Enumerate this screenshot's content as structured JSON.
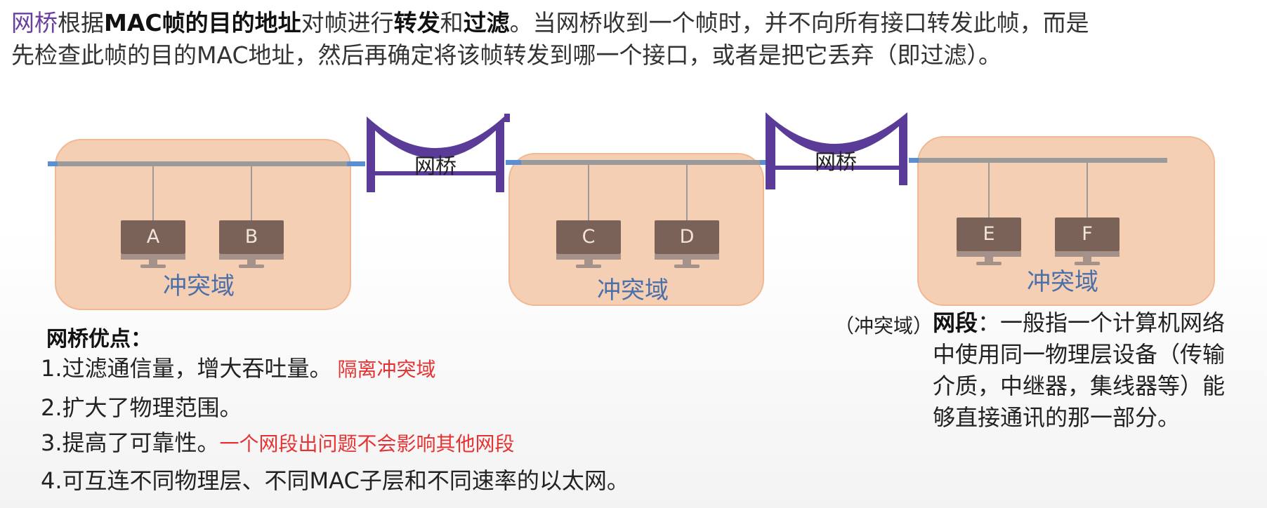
{
  "intro": {
    "line1": [
      {
        "text": "网桥",
        "style": "hl"
      },
      {
        "text": "根据",
        "style": ""
      },
      {
        "text": "MAC帧的目的地址",
        "style": "bold"
      },
      {
        "text": "对帧进行",
        "style": ""
      },
      {
        "text": "转发",
        "style": "bold"
      },
      {
        "text": "和",
        "style": ""
      },
      {
        "text": "过滤",
        "style": "bold"
      },
      {
        "text": "。当网桥收到一个帧时，并不向所有接口转发此帧，而是",
        "style": ""
      }
    ],
    "line2": "先检查此帧的目的MAC地址，然后再确定将该帧转发到哪一个接口，或者是把它丢弃（即过滤）。"
  },
  "diagram": {
    "domain_label": "冲突域",
    "bridge_label": "网桥",
    "computers": [
      "A",
      "B",
      "C",
      "D",
      "E",
      "F"
    ]
  },
  "advantages": {
    "title": "网桥优点：",
    "items": [
      {
        "text": "1.过滤通信量，增大吞吐量。",
        "note": "隔离冲突域"
      },
      {
        "text": "2.扩大了物理范围。",
        "note": ""
      },
      {
        "text": "3.提高了可靠性。",
        "note": "一个网段出问题不会影响其他网段"
      },
      {
        "text": "4.可互连不同物理层、不同MAC子层和不同速率的以太网。",
        "note": ""
      }
    ]
  },
  "segment": {
    "prefix": "（冲突域）",
    "term": "网段",
    "definition": "：一般指一个计算机网络中使用同一物理层设备（传输介质，中继器，集线器等）能够直接通讯的那一部分。"
  },
  "colors": {
    "bridge": "#5b3b98",
    "domain_fill": "#f5cfb4",
    "domain_label": "#4b6fa8",
    "computer": "#7b6259",
    "note_red": "#e53333",
    "highlight_purple": "#6b3fa0"
  }
}
